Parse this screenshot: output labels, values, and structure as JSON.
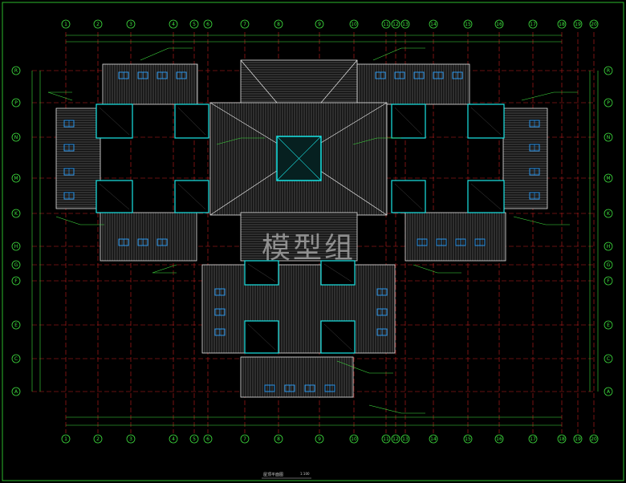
{
  "drawing": {
    "watermark": "模型组",
    "title": "屋顶平面图",
    "scale": "1:100"
  },
  "axes": {
    "top": [
      "1",
      "2",
      "3",
      "4",
      "5",
      "6",
      "7",
      "8",
      "9",
      "10",
      "11",
      "12",
      "13",
      "14",
      "15",
      "16",
      "17",
      "18",
      "19",
      "20"
    ],
    "bottom": [
      "1",
      "2",
      "3",
      "4",
      "5",
      "6",
      "7",
      "8",
      "9",
      "10",
      "11",
      "12",
      "13",
      "14",
      "15",
      "16",
      "17",
      "18",
      "19",
      "20"
    ],
    "left": [
      "R",
      "P",
      "N",
      "M",
      "K",
      "H",
      "G",
      "F",
      "E",
      "C",
      "A"
    ],
    "right": [
      "R",
      "P",
      "N",
      "M",
      "K",
      "H",
      "G",
      "F",
      "E",
      "C",
      "A"
    ]
  },
  "colors": {
    "background": "#000000",
    "frame": "#2db82d",
    "grid_axis": "#c81e1e",
    "wall": "#e8e8e8",
    "cyan": "#19e6e6",
    "hatch": "#8a8a8a",
    "green_annot": "#3fe03f",
    "blue_window": "#2aa0ff"
  }
}
